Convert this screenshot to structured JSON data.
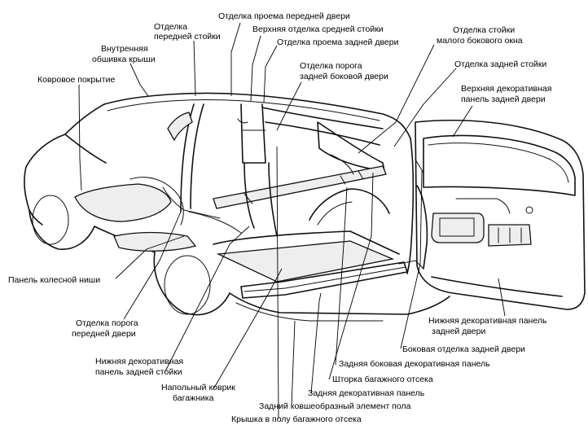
{
  "labels": {
    "carpet": "Ковровое покрытие",
    "roof_lining_1": "Внутренняя",
    "roof_lining_2": "обшивка крыши",
    "front_pillar_1": "Отделка",
    "front_pillar_2": "передней стойки",
    "front_door_opening": "Отделка проема передней двери",
    "upper_center_pillar": "Верхняя отделка средней стойки",
    "rear_door_opening": "Отделка проема задней двери",
    "rear_side_sill_1": "Отделка порога",
    "rear_side_sill_2": "задней боковой двери",
    "small_window_pillar_1": "Отделка стойки",
    "small_window_pillar_2": "малого бокового окна",
    "rear_pillar": "Отделка задней стойки",
    "upper_tailgate_1": "Верхняя декоративная",
    "upper_tailgate_2": "панель задней двери",
    "wheelhouse": "Панель колесной ниши",
    "front_sill_1": "Отделка порога",
    "front_sill_2": "передней двери",
    "lower_tailgate_1": "Нижняя декоративная панель",
    "lower_tailgate_2": "задней двери",
    "tailgate_side": "Боковая отделка задней двери",
    "lower_rear_pillar_1": "Нижняя декоративная",
    "lower_rear_pillar_2": "панель задней стойки",
    "rear_side_panel": "Задняя боковая декоративная панель",
    "cargo_mat_1": "Напольный коврик",
    "cargo_mat_2": "багажника",
    "cargo_cover": "Шторка багажного отсека",
    "rear_trim_panel": "Задняя декоративная панель",
    "rear_floor_element": "Задний ковшеобразный элемент пола",
    "floor_lid": "Крышка в полу багажного отсека"
  }
}
